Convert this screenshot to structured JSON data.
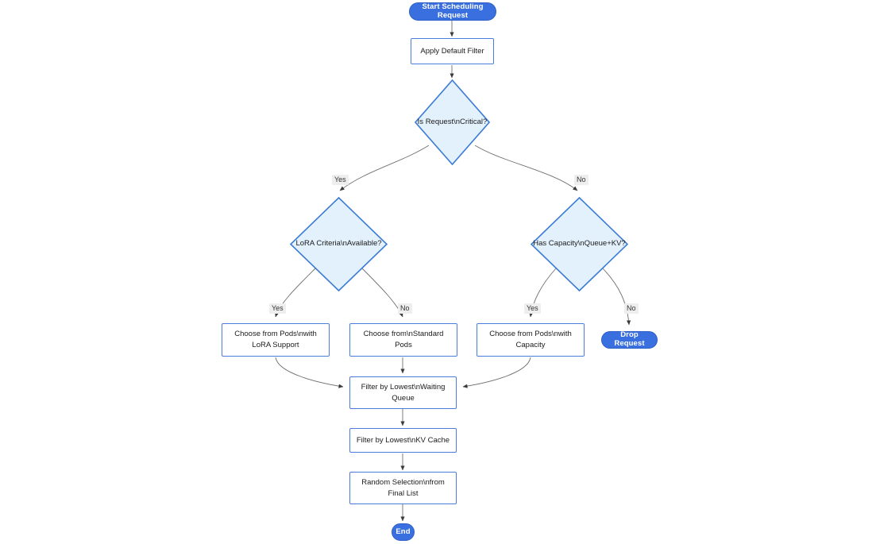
{
  "diagram": {
    "type": "flowchart",
    "title": "Request Scheduling Flowchart",
    "orientation": "top-down",
    "colors": {
      "terminal_fill": "#3a6fe0",
      "terminal_text": "#ffffff",
      "process_fill": "#ffffff",
      "process_border": "#4a7cdb",
      "decision_fill": "#e3f1fc",
      "decision_border": "#3a7bd5",
      "edge_stroke": "#707070",
      "edge_label_bg": "#eeeeee",
      "node_text": "#1b1b1b",
      "background": "#ffffff"
    }
  },
  "nodes": {
    "start": {
      "label": "Start Scheduling Request",
      "shape": "terminal"
    },
    "apply_filter": {
      "label": "Apply Default Filter",
      "shape": "process"
    },
    "is_critical": {
      "label": "Is Request\\nCritical?",
      "shape": "decision"
    },
    "lora_criteria": {
      "label": "LoRA Criteria\\nAvailable?",
      "shape": "decision"
    },
    "has_capacity": {
      "label": "Has Capacity\\nQueue+KV?",
      "shape": "decision"
    },
    "choose_lora": {
      "line1": "Choose from Pods\\nwith",
      "line2": "LoRA Support",
      "shape": "process"
    },
    "choose_standard": {
      "line1": "Choose from\\nStandard",
      "line2": "Pods",
      "shape": "process"
    },
    "choose_capacity": {
      "line1": "Choose from Pods\\nwith",
      "line2": "Capacity",
      "shape": "process"
    },
    "drop_request": {
      "label": "Drop Request",
      "shape": "terminal"
    },
    "filter_queue": {
      "line1": "Filter by Lowest\\nWaiting",
      "line2": "Queue",
      "shape": "process"
    },
    "filter_kv": {
      "label": "Filter by Lowest\\nKV Cache",
      "shape": "process"
    },
    "random_selection": {
      "line1": "Random Selection\\nfrom",
      "line2": "Final List",
      "shape": "process"
    },
    "end": {
      "label": "End",
      "shape": "terminal"
    }
  },
  "edge_labels": {
    "critical_yes": "Yes",
    "critical_no": "No",
    "lora_yes": "Yes",
    "lora_no": "No",
    "capacity_yes": "Yes",
    "capacity_no": "No"
  }
}
